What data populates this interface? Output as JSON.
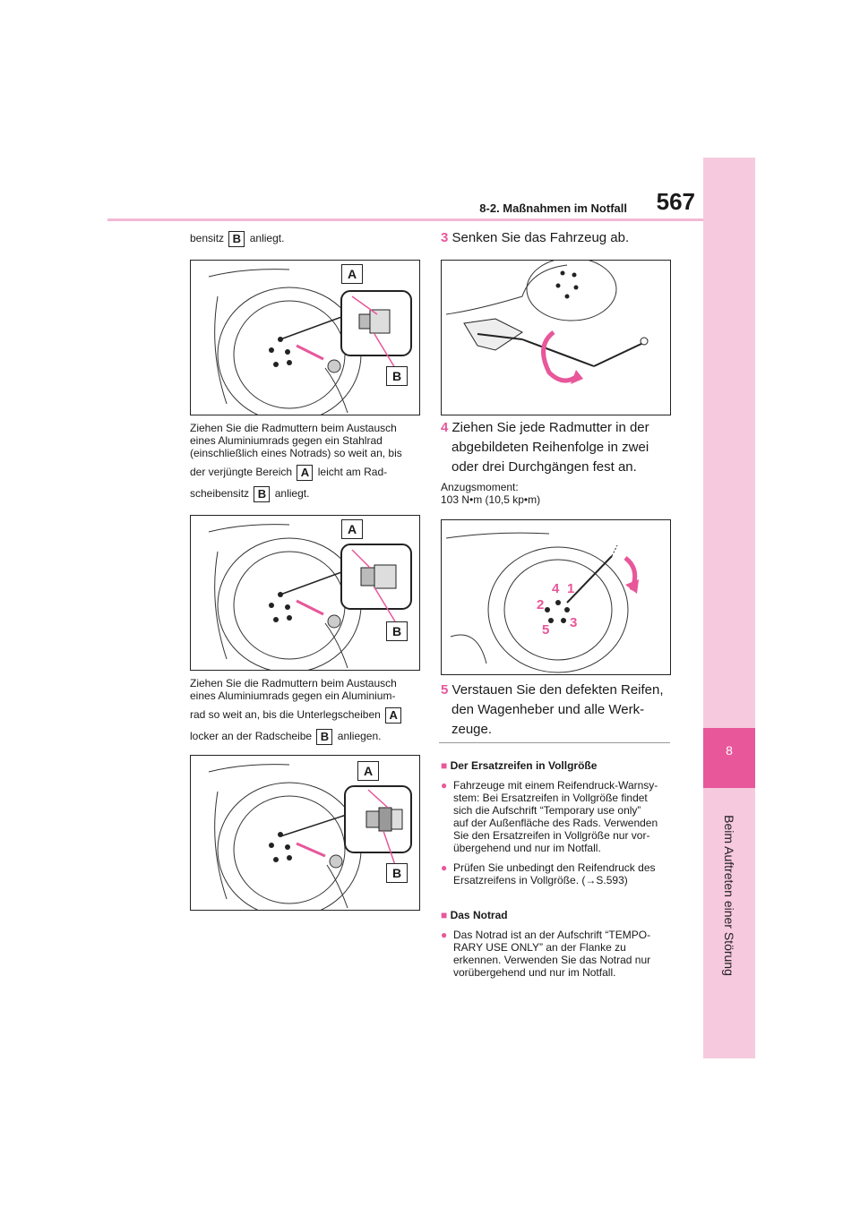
{
  "header": {
    "page_number": "567",
    "section": "8-2. Maßnahmen im Notfall"
  },
  "side_tab": {
    "chapter_number": "8",
    "chapter_title": "Beim Auftreten einer Störung"
  },
  "left": {
    "intro_before": "bensitz",
    "intro_chip": "B",
    "intro_after": "anliegt.",
    "fig1": {
      "label_a": "A",
      "label_b": "B"
    },
    "para1": {
      "line1": "Ziehen Sie die Radmuttern beim Austausch",
      "line2": "eines Aluminiumrads gegen ein Stahlrad",
      "line3": "(einschließlich eines Notrads) so weit an, bis",
      "line4_before": "der verjüngte Bereich",
      "line4_chip": "A",
      "line4_after": "leicht am Rad-",
      "line5_before": "scheibensitz",
      "line5_chip": "B",
      "line5_after": "anliegt."
    },
    "fig2": {
      "label_a": "A",
      "label_b": "B"
    },
    "para2": {
      "line1": "Ziehen Sie die Radmuttern beim Austausch",
      "line2": "eines Aluminiumrads gegen ein Aluminium-",
      "line3_before": "rad so weit an, bis die Unterlegscheiben",
      "line3_chip": "A",
      "line4_before": "locker an der Radscheibe",
      "line4_chip": "B",
      "line4_after": "anliegen."
    },
    "fig3": {
      "label_a": "A",
      "label_b": "B"
    }
  },
  "right": {
    "step3": {
      "num": "3",
      "text": "Senken Sie das Fahrzeug ab."
    },
    "step4": {
      "num": "4",
      "line1": "Ziehen Sie jede Radmutter in der",
      "line2": "abgebildeten Reihenfolge in zwei",
      "line3": "oder drei Durchgängen fest an."
    },
    "torque": {
      "label": "Anzugsmoment:",
      "value": "103 N•m (10,5 kp•m)"
    },
    "fig5": {
      "n1": "1",
      "n2": "2",
      "n3": "3",
      "n4": "4",
      "n5": "5"
    },
    "step5": {
      "num": "5",
      "line1": "Verstauen Sie den defekten Reifen,",
      "line2": "den Wagenheber und alle Werk-",
      "line3": "zeuge."
    },
    "note1": {
      "heading": "Der Ersatzreifen in Vollgröße",
      "b1_lines": [
        "Fahrzeuge mit einem Reifendruck-Warnsy-",
        "stem: Bei Ersatzreifen in Vollgröße findet",
        "sich die Aufschrift “Temporary use only”",
        "auf der Außenfläche des Rads. Verwenden",
        "Sie den Ersatzreifen in Vollgröße nur vor-",
        "übergehend und nur im Notfall."
      ],
      "b2_line1": "Prüfen Sie unbedingt den Reifendruck des",
      "b2_line2": "Ersatzreifens in Vollgröße. (→S.593)"
    },
    "note2": {
      "heading": "Das Notrad",
      "b1_lines": [
        "Das Notrad ist an der Aufschrift “TEMPO-",
        "RARY USE ONLY” an der Flanke zu",
        "erkennen. Verwenden Sie das Notrad nur",
        "vorübergehend und nur im Notfall."
      ]
    },
    "bullet_square": "■",
    "bullet_dot": "●"
  },
  "colors": {
    "accent": "#e8579a",
    "tab_light": "#f6c9de",
    "rule": "#f3b8d3"
  }
}
